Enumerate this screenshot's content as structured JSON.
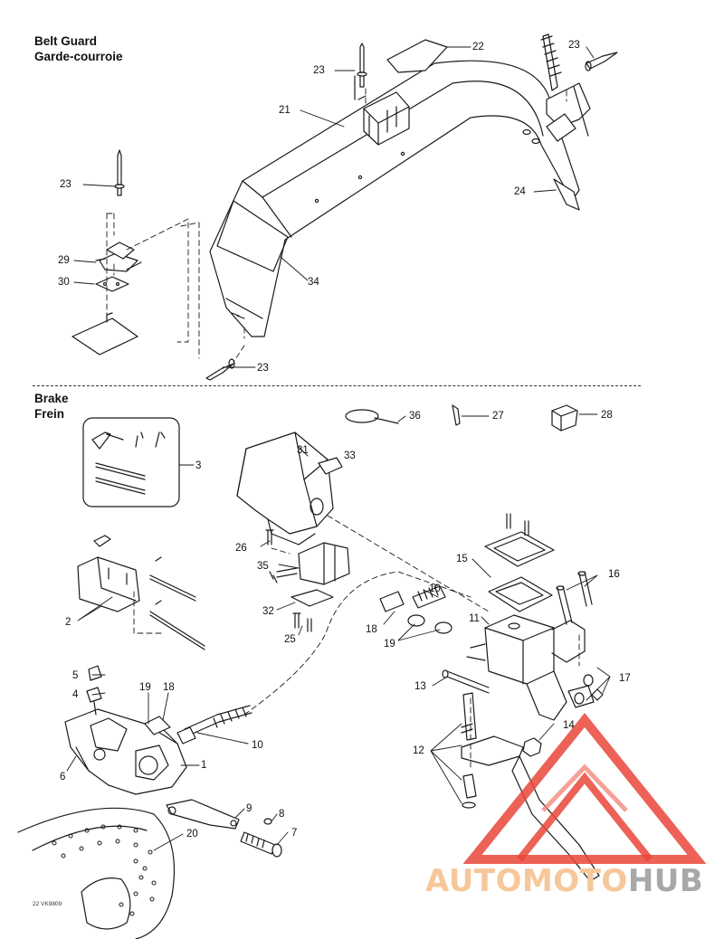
{
  "sections": {
    "belt_guard": {
      "title_en": "Belt Guard",
      "title_fr": "Garde-courroie"
    },
    "brake": {
      "title_en": "Brake",
      "title_fr": "Frein"
    }
  },
  "callouts": {
    "c22": "22",
    "c23a": "23",
    "c23b": "23",
    "c21": "21",
    "c23c": "23",
    "c24": "24",
    "c29": "29",
    "c30": "30",
    "c34": "34",
    "c23d": "23",
    "c36": "36",
    "c27": "27",
    "c28": "28",
    "c3": "3",
    "c31": "31",
    "c33": "33",
    "c26": "26",
    "c35": "35",
    "c32": "32",
    "c25": "25",
    "c2": "2",
    "c15": "15",
    "c16": "16",
    "c10a": "10",
    "c18a": "18",
    "c19a": "19",
    "c11": "11",
    "c13": "13",
    "c17": "17",
    "c5": "5",
    "c4": "4",
    "c19b": "19",
    "c18b": "18",
    "c14": "14",
    "c10b": "10",
    "c12": "12",
    "c6": "6",
    "c1": "1",
    "c9": "9",
    "c8": "8",
    "c7": "7",
    "c20": "20"
  },
  "footnote": "22 VK9809",
  "watermark": {
    "part1": "AUTOMOTO",
    "part2": "HUB"
  },
  "colors": {
    "watermark_red": "#e9463a",
    "watermark_orange": "#f6c79a",
    "watermark_gray": "#a8a8a8",
    "line": "#1a1a1a"
  }
}
